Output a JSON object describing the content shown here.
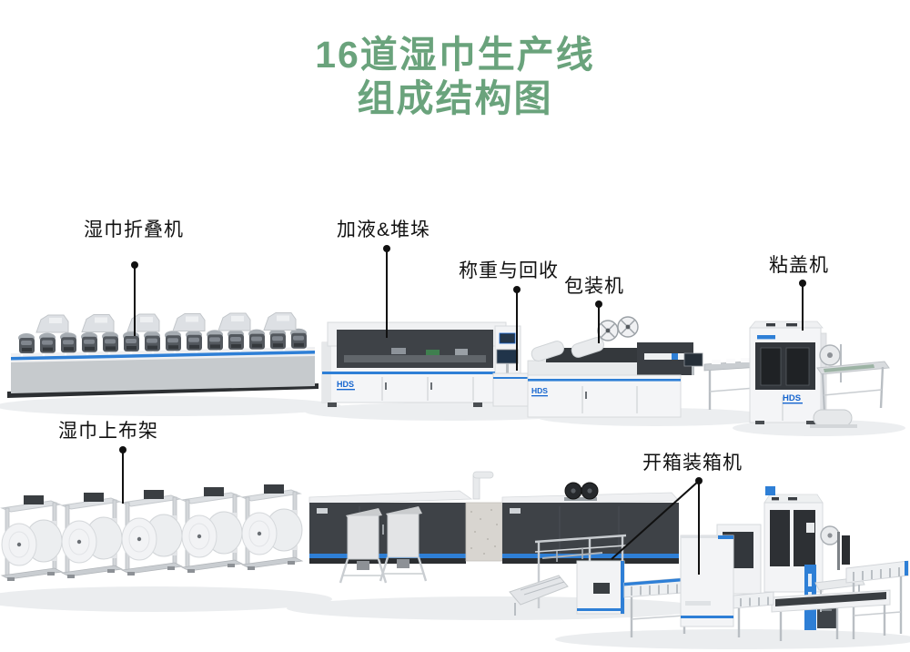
{
  "title": {
    "line1": "16道湿巾生产线",
    "line2": "组成结构图"
  },
  "brand": "HDS",
  "callouts": [
    {
      "id": "folding-machine",
      "label": "湿巾折叠机"
    },
    {
      "id": "liquid-stacking",
      "label": "加液&堆垛"
    },
    {
      "id": "weighing-recycle",
      "label": "称重与回收"
    },
    {
      "id": "packing-machine",
      "label": "包装机"
    },
    {
      "id": "lid-gluing-machine",
      "label": "粘盖机"
    },
    {
      "id": "roll-loading-rack",
      "label": "湿巾上布架"
    },
    {
      "id": "case-packer",
      "label": "开箱装箱机"
    }
  ],
  "colors": {
    "title_green": "#6aa37c",
    "accent_blue": "#2e7fd6",
    "logo_blue": "#1565cf",
    "charcoal": "#3e4247"
  }
}
